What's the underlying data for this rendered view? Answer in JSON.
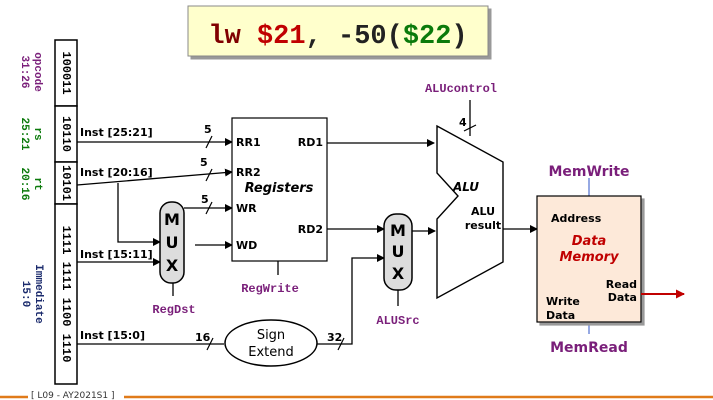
{
  "instruction": {
    "op": "lw",
    "reg1": "$21",
    "comma": ",",
    "offset": "-50(",
    "reg2": "$22",
    "close": ")",
    "colors": {
      "op": "#800000",
      "reg1": "#c00000",
      "reg2": "#0b7a0b",
      "text": "#222222",
      "box_fill": "#ffffcc"
    }
  },
  "instruction_word": {
    "fields": [
      {
        "bits": "100011",
        "label": "opcode",
        "range": "31:26",
        "color": "#7a1f7a"
      },
      {
        "bits": "10110",
        "label": "rs",
        "range": "25:21",
        "color": "#0b7a0b"
      },
      {
        "bits": "10101",
        "label": "rt",
        "range": "20:16",
        "color": "#0b7a0b"
      },
      {
        "bits": "1111 1111 1100 1110",
        "label": "Immediate",
        "range": "15:0",
        "color": "#1a2a6c"
      }
    ]
  },
  "wires": {
    "inst_25_21": "Inst [25:21]",
    "inst_20_16": "Inst [20:16]",
    "inst_15_11": "Inst [15:11]",
    "inst_15_0": "Inst [15:0]",
    "width_5a": "5",
    "width_5b": "5",
    "width_5c": "5",
    "width_4": "4",
    "width_16": "16",
    "width_32": "32"
  },
  "mux_regdst": {
    "letters": [
      "M",
      "U",
      "X"
    ],
    "label": "RegDst"
  },
  "registers": {
    "title": "Registers",
    "rr1": "RR1",
    "rr2": "RR2",
    "wr": "WR",
    "wd": "WD",
    "rd1": "RD1",
    "rd2": "RD2",
    "control": "RegWrite"
  },
  "alu": {
    "name": "ALU",
    "result_line1": "ALU",
    "result_line2": "result",
    "control": "ALUcontrol"
  },
  "mux_alusrc": {
    "letters": [
      "M",
      "U",
      "X"
    ],
    "label": "ALUSrc"
  },
  "sign_extend": {
    "line1": "Sign",
    "line2": "Extend"
  },
  "data_memory": {
    "title_line1": "Data",
    "title_line2": "Memory",
    "address": "Address",
    "write_data_line1": "Write",
    "write_data_line2": "Data",
    "read_data_line1": "Read",
    "read_data_line2": "Data",
    "mem_write": "MemWrite",
    "mem_read": "MemRead",
    "fill": "#fde9d9"
  },
  "footer": {
    "text": "[ L09 - AY2021S1 ]",
    "line_color": "#e07b1a"
  },
  "colors": {
    "control_label": "#7a1f7a",
    "mux_fill": "#dddddd",
    "wire": "#000000",
    "read_data_arrow": "#c00000",
    "memory_title": "#c00000",
    "control_line": "#4f6fd0"
  }
}
